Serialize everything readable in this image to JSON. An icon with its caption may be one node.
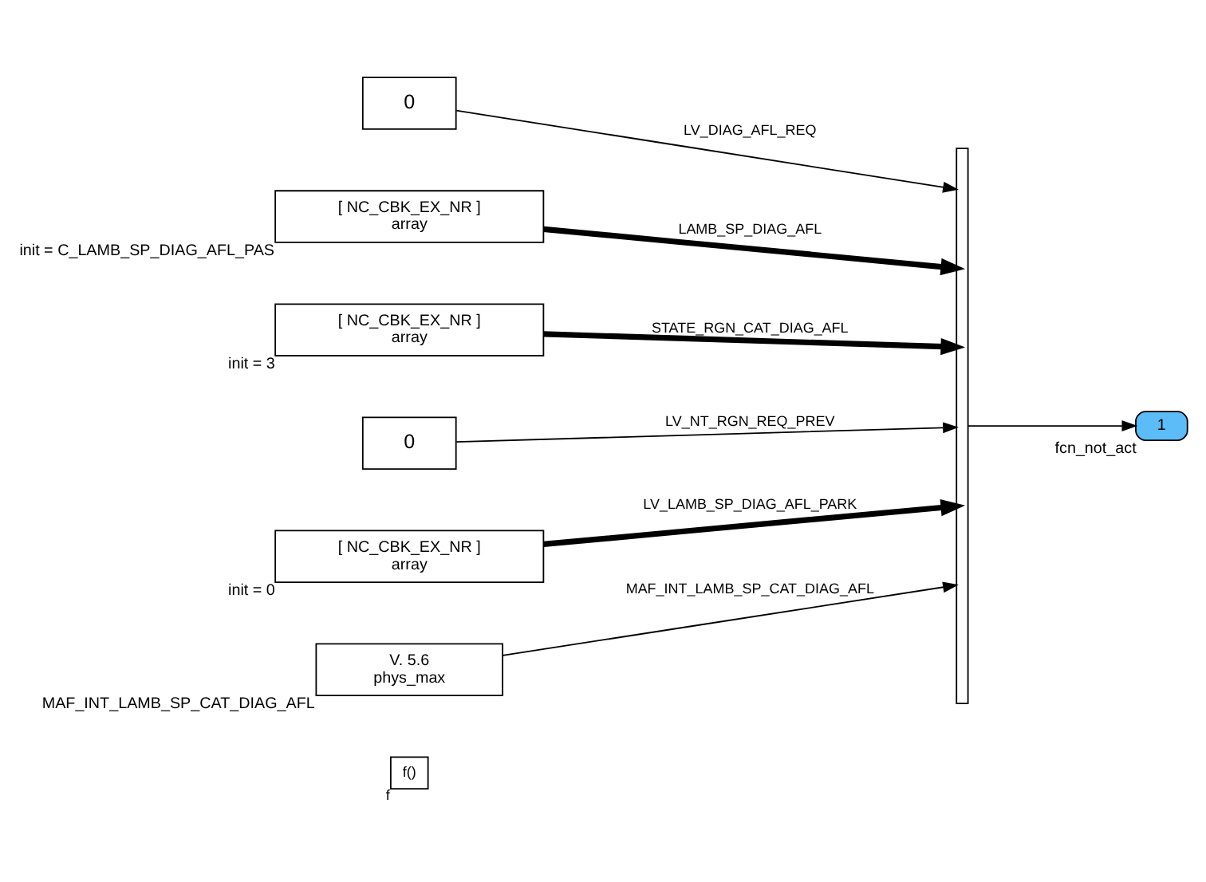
{
  "diagram": {
    "nodes": [
      {
        "text": [
          "f()"
        ],
        "beside": [
          "f"
        ]
      },
      {
        "text": [
          "0"
        ]
      },
      {
        "text": [
          "[ NC_CBK_EX_NR ]",
          "array"
        ],
        "beside": [
          "init = C_LAMB_SP_DIAG_AFL_PAS"
        ]
      },
      {
        "text": [
          "[ NC_CBK_EX_NR ]",
          "array"
        ],
        "beside": [
          "init = 3"
        ]
      },
      {
        "text": [
          "0"
        ]
      },
      {
        "text": [
          "[ NC_CBK_EX_NR ]",
          "array"
        ],
        "beside": [
          "init = 0"
        ]
      },
      {
        "text": [
          "V. 5.6",
          "phys_max"
        ],
        "beside": [
          "MAF_INT_LAMB_SP_CAT_DIAG_AFL"
        ]
      },
      {
        "text": [],
        "shape": "bar"
      },
      {
        "text": [
          "1"
        ],
        "beside": [
          "fcn_not_act"
        ]
      }
    ],
    "edges": [
      {
        "from": 1,
        "to": 7,
        "arrow": "to",
        "label": "LV_DIAG_AFL_REQ"
      },
      {
        "from": 2,
        "to": 7,
        "arrow": "to",
        "label": "LAMB_SP_DIAG_AFL",
        "style": "thick"
      },
      {
        "from": 3,
        "to": 7,
        "arrow": "to",
        "label": "STATE_RGN_CAT_DIAG_AFL",
        "style": "thick"
      },
      {
        "from": 4,
        "to": 7,
        "arrow": "to",
        "label": "LV_NT_RGN_REQ_PREV"
      },
      {
        "from": 5,
        "to": 7,
        "arrow": "to",
        "label": "LV_LAMB_SP_DIAG_AFL_PARK",
        "style": "thick"
      },
      {
        "from": 6,
        "to": 7,
        "arrow": "to",
        "label": "MAF_INT_LAMB_SP_CAT_DIAG_AFL"
      },
      {
        "from": 7,
        "to": 8,
        "arrow": "to"
      }
    ]
  }
}
